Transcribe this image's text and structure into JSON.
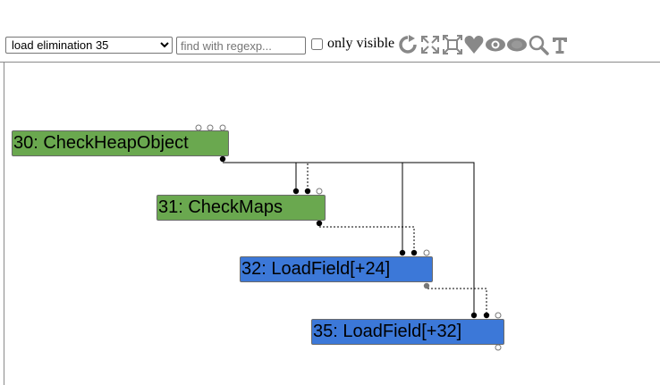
{
  "toolbar": {
    "phase_selected": "load elimination 35",
    "phase_options": [
      "load elimination 35"
    ],
    "search_placeholder": "find with regexp...",
    "only_visible_label": "only visible",
    "only_visible_checked": false,
    "icons": [
      "layout-icon",
      "show-all-icon",
      "toggle-hide-dead-icon",
      "show-control-icon",
      "show-types-icon",
      "hide-types-icon",
      "zoom-selection-icon",
      "toggle-types-icon"
    ]
  },
  "graph": {
    "nodes": [
      {
        "id": "30",
        "label": "30: CheckHeapObject",
        "kind": "control",
        "color": "#6aa84f"
      },
      {
        "id": "31",
        "label": "31: CheckMaps",
        "kind": "control",
        "color": "#6aa84f"
      },
      {
        "id": "32",
        "label": "32: LoadField[+24]",
        "kind": "value",
        "color": "#3c78d8"
      },
      {
        "id": "35",
        "label": "35: LoadField[+32]",
        "kind": "value",
        "color": "#3c78d8"
      }
    ],
    "edges": [
      {
        "from": "30",
        "to": "31",
        "style": "solid"
      },
      {
        "from": "30",
        "to": "31",
        "style": "dotted"
      },
      {
        "from": "30",
        "to": "32",
        "style": "solid"
      },
      {
        "from": "31",
        "to": "32",
        "style": "dotted"
      },
      {
        "from": "30",
        "to": "35",
        "style": "solid"
      },
      {
        "from": "32",
        "to": "35",
        "style": "dotted"
      }
    ]
  }
}
